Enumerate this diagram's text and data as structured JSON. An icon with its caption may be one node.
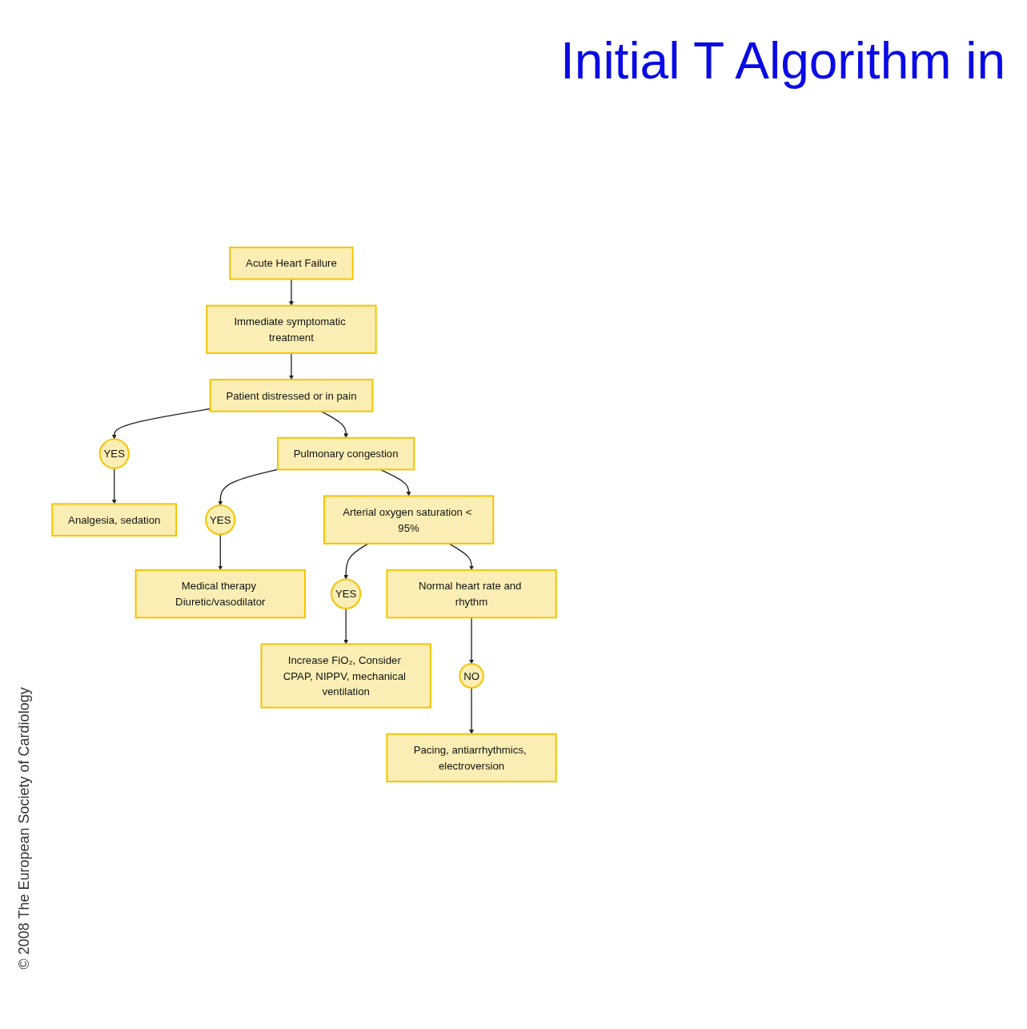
{
  "diagram": {
    "title": "Initial T Algorithm in",
    "nodes": [
      {
        "text": [
          "Acute Heart Failure"
        ]
      },
      {
        "text": [
          "Immediate symptomatic treatment"
        ]
      },
      {
        "text": [
          "Patient distressed or in pain"
        ]
      },
      {
        "text": [
          "YES"
        ]
      },
      {
        "text": [
          "Analgesia, sedation"
        ]
      },
      {
        "text": [
          "Pulmonary congestion"
        ]
      },
      {
        "text": [
          "YES"
        ]
      },
      {
        "text": [
          "Medical therapy Diuretic/vasodilator"
        ]
      },
      {
        "text": [
          "Arterial oxygen saturation < 95%"
        ]
      },
      {
        "text": [
          "YES"
        ]
      },
      {
        "text": [
          "Increase FiO₂, Consider CPAP, NIPPV, mechanical ventilation"
        ]
      },
      {
        "text": [
          "Normal heart rate and rhythm"
        ]
      },
      {
        "text": [
          "NO"
        ]
      },
      {
        "text": [
          "Pacing, antiarrhythmics, electroversion"
        ]
      }
    ],
    "edges": [
      {
        "from": 0,
        "to": 1,
        "arrow": "to"
      },
      {
        "from": 1,
        "to": 2,
        "arrow": "to"
      },
      {
        "from": 2,
        "to": 3,
        "arrow": "to"
      },
      {
        "from": 3,
        "to": 4,
        "arrow": "to"
      },
      {
        "from": 2,
        "to": 5,
        "arrow": "to"
      },
      {
        "from": 5,
        "to": 6,
        "arrow": "to"
      },
      {
        "from": 6,
        "to": 7,
        "arrow": "to"
      },
      {
        "from": 5,
        "to": 8,
        "arrow": "to"
      },
      {
        "from": 8,
        "to": 9,
        "arrow": "to"
      },
      {
        "from": 9,
        "to": 10,
        "arrow": "to"
      },
      {
        "from": 8,
        "to": 11,
        "arrow": "to"
      },
      {
        "from": 11,
        "to": 12,
        "arrow": "to"
      },
      {
        "from": 12,
        "to": 13,
        "arrow": "to"
      }
    ],
    "labels": [
      "© 2008 The European Society of Cardiology"
    ]
  }
}
